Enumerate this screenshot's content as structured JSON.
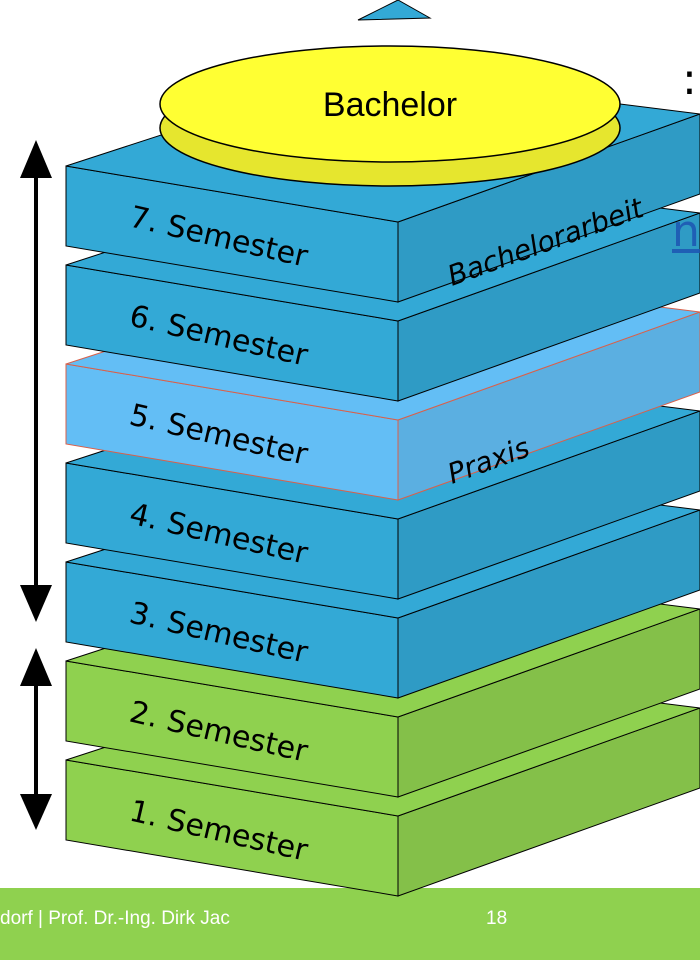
{
  "text_fragments": {
    "colon": ":",
    "n": "n"
  },
  "semesters": [
    {
      "label": "1. Semester",
      "color": "#8fd14f",
      "stage": "green"
    },
    {
      "label": "2. Semester",
      "color": "#8fd14f",
      "stage": "green"
    },
    {
      "label": "3. Semester",
      "color": "#33a9d6",
      "stage": "blue"
    },
    {
      "label": "4. Semester",
      "color": "#33a9d6",
      "stage": "blue"
    },
    {
      "label": "5. Semester",
      "color": "#63bef5",
      "stage": "praxis",
      "side_label": "Praxis"
    },
    {
      "label": "6. Semester",
      "color": "#33a9d6",
      "stage": "blue"
    },
    {
      "label": "7. Semester",
      "color": "#33a9d6",
      "stage": "blue",
      "side_label": "Bachelorarbeit"
    }
  ],
  "top_disc": {
    "label": "Bachelor",
    "color": "#ffff33"
  },
  "footer": {
    "left_text": "dorf | Prof. Dr.-Ing. Dirk Jac",
    "right_text": "18",
    "color": "#8fd14f"
  },
  "colors": {
    "green_top": "#8fd14f",
    "blue_top": "#33a9d6",
    "praxis_top": "#63bef5",
    "arrow": "#000000"
  }
}
